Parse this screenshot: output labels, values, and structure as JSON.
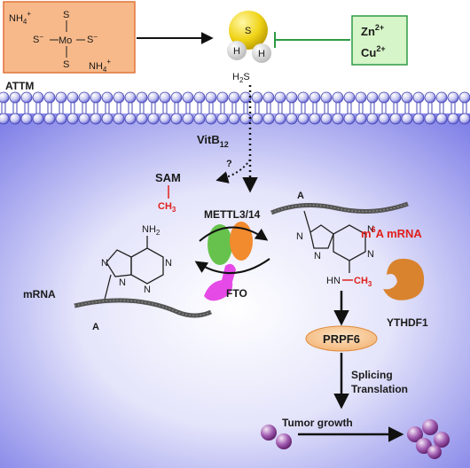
{
  "attm": {
    "label": "ATTM",
    "nh4": "NH",
    "sub4": "4",
    "plus": "+",
    "s_top": "S",
    "s_bottom": "S",
    "s_left": "S",
    "s_right": "S",
    "minus": "−",
    "mo": "Mo"
  },
  "h2s": {
    "label": "H",
    "label_sub": "2",
    "label_tail": "S",
    "atom_s": "S",
    "atom_h": "H"
  },
  "metals": {
    "zn": "Zn",
    "zn_charge": "2+",
    "cu": "Cu",
    "cu_charge": "2+"
  },
  "vitb12": {
    "main": "VitB",
    "sub": "12"
  },
  "sam": {
    "label": "SAM",
    "ch3": "CH",
    "ch3_sub": "3",
    "question": "?"
  },
  "mettl": {
    "label": "METTL3/14"
  },
  "fto": {
    "label": "FTO"
  },
  "mrna_left": {
    "label": "mRNA",
    "base": "A",
    "nh2": "NH",
    "nh2_sub": "2",
    "ring_n": "N"
  },
  "mrna_right": {
    "label_m": "m",
    "label_sup": "6",
    "label_rest": "A mRNA",
    "base": "A",
    "hn": "HN",
    "ch3": "CH",
    "ch3_sub": "3",
    "ring_n": "N"
  },
  "ythdf1": {
    "label": "YTHDF1"
  },
  "prpf6": {
    "label": "PRPF6"
  },
  "steps": {
    "splicing": "Splicing",
    "translation": "Translation",
    "tumor": "Tumor growth"
  },
  "colors": {
    "attm_fill": "#f7b98a",
    "attm_border": "#e0743a",
    "metal_fill": "#d6f5c8",
    "metal_border": "#2e9a45",
    "inhibit": "#2e9a45",
    "sulfur": "#f0d418",
    "cell_fill": "#8080e8",
    "mettl3": "#66c24c",
    "mettl14": "#f28a2e",
    "fto": "#e64ae6",
    "ythdf1": "#d9832e",
    "prpf6": "#f6c48a",
    "red": "#e0201b",
    "sphere": "#7a2a86"
  }
}
